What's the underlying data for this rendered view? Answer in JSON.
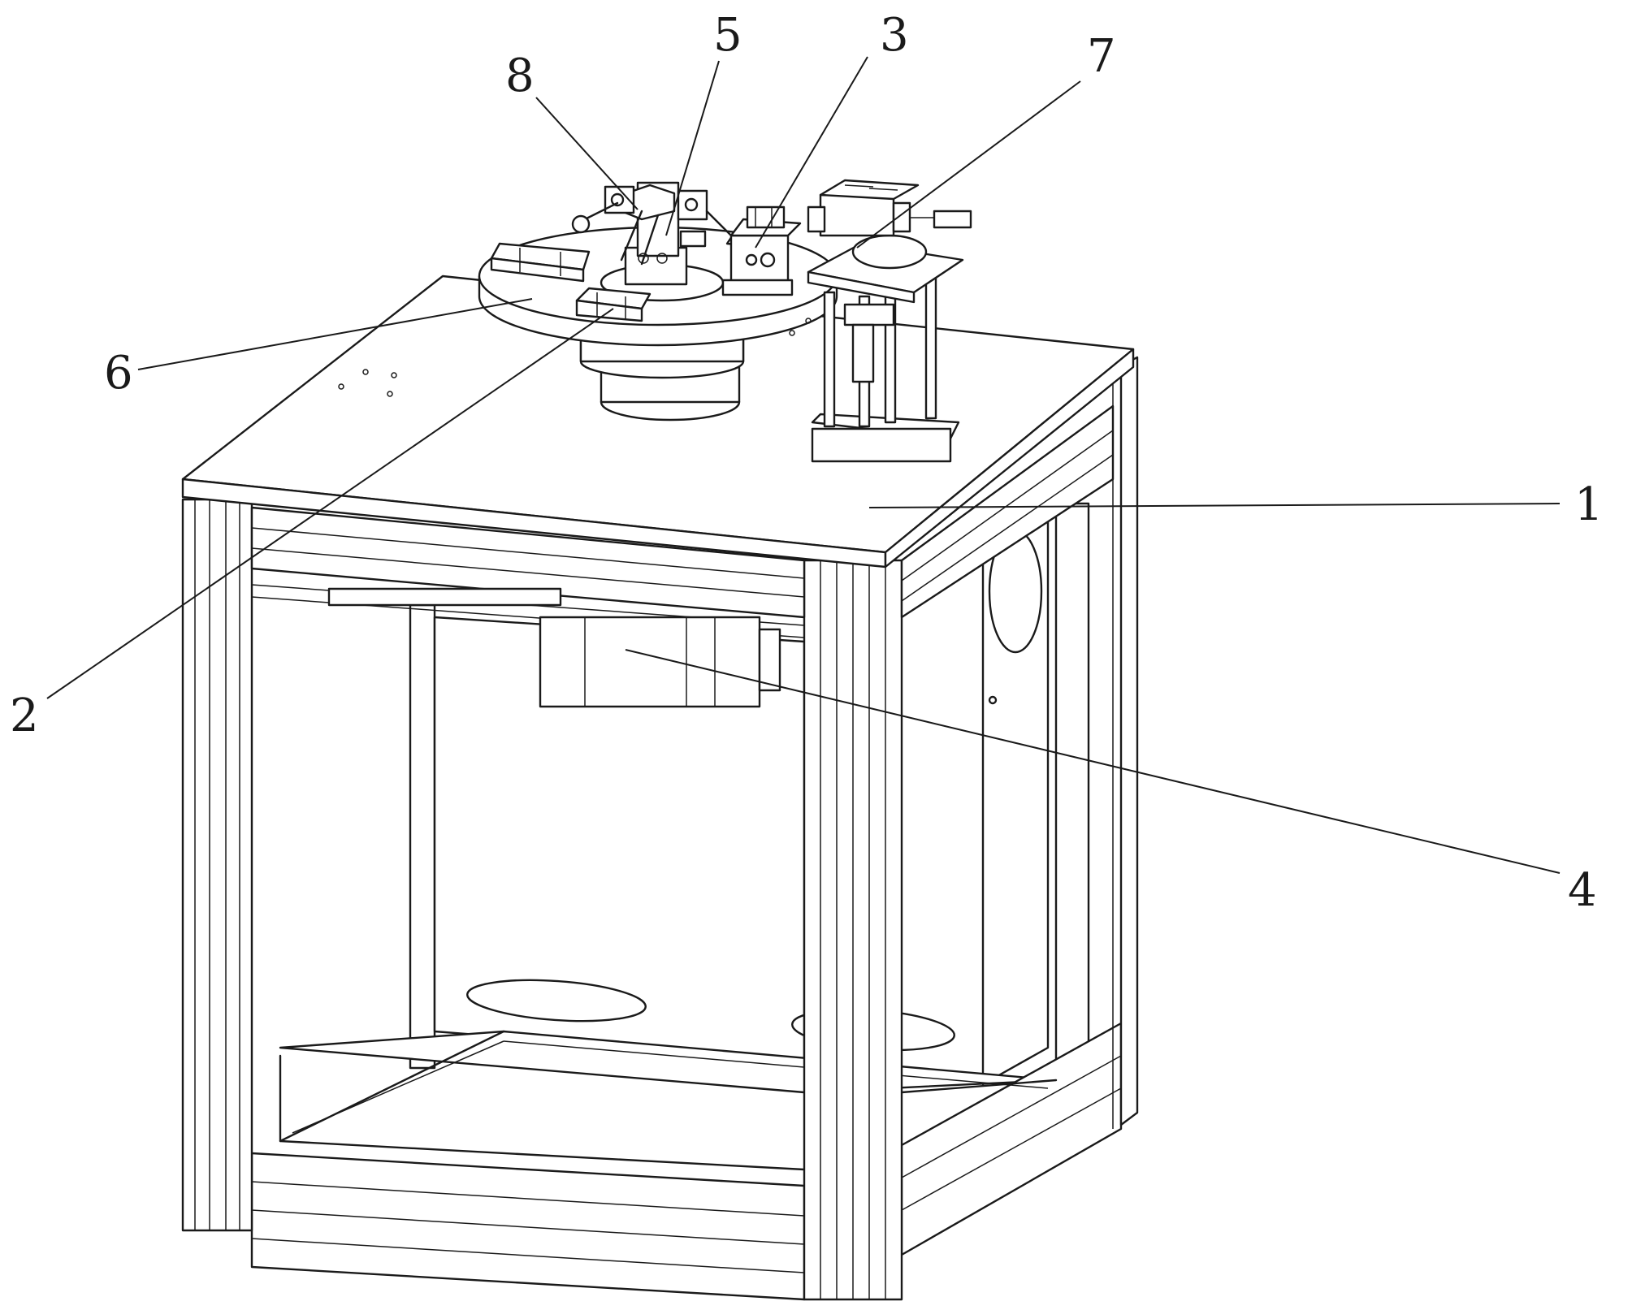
{
  "figure": {
    "callouts": [
      {
        "id": "1",
        "label": "1"
      },
      {
        "id": "2",
        "label": "2"
      },
      {
        "id": "3",
        "label": "3"
      },
      {
        "id": "4",
        "label": "4"
      },
      {
        "id": "5",
        "label": "5"
      },
      {
        "id": "6",
        "label": "6"
      },
      {
        "id": "7",
        "label": "7"
      },
      {
        "id": "8",
        "label": "8"
      }
    ]
  }
}
